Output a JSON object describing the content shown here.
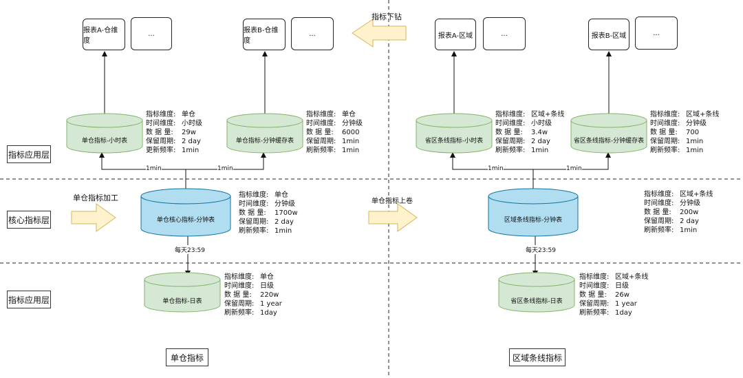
{
  "layers": {
    "app_top": "指标应用层",
    "core": "核心指标层",
    "app_bottom": "指标应用层"
  },
  "reports": {
    "a_warehouse": "报表A-仓维度",
    "b_warehouse": "报表B-仓维度",
    "a_region": "报表A-区域",
    "b_region": "报表B-区域",
    "ellipsis": "..."
  },
  "arrows": {
    "drill_down": "指标下钻",
    "warehouse_process": "单仓指标加工",
    "rollup": "单仓指标上卷"
  },
  "edge_labels": {
    "one_min": "1min",
    "daily": "每天23:59"
  },
  "tables": {
    "w_hour": {
      "name": "单仓指标-小时表",
      "info": [
        [
          "指标维度:",
          "单仓"
        ],
        [
          "时间维度:",
          "小时级"
        ],
        [
          "数 据 量:",
          "29w"
        ],
        [
          "保留周期:",
          "2 day"
        ],
        [
          "更新频率:",
          "1min"
        ]
      ]
    },
    "w_min_cache": {
      "name": "单仓指标-分钟缓存表",
      "info": [
        [
          "指标维度:",
          "单仓"
        ],
        [
          "时间维度:",
          "分钟级"
        ],
        [
          "数 据 量:",
          "6000"
        ],
        [
          "保留周期:",
          "1min"
        ],
        [
          "刷新频率:",
          "1min"
        ]
      ]
    },
    "r_hour": {
      "name": "省区条线指标-小时表",
      "info": [
        [
          "指标维度:",
          "区域+条线"
        ],
        [
          "时间维度:",
          "小时级"
        ],
        [
          "数 据 量:",
          "3.4w"
        ],
        [
          "保留周期:",
          "2 day"
        ],
        [
          "刷新频率:",
          "1min"
        ]
      ]
    },
    "r_min_cache": {
      "name": "省区条线指标-分钟缓存表",
      "info": [
        [
          "指标维度:",
          "区域+条线"
        ],
        [
          "时间维度:",
          "分钟级"
        ],
        [
          "数 据 量:",
          "700"
        ],
        [
          "保留周期:",
          "1min"
        ],
        [
          "刷新频率:",
          "1min"
        ]
      ]
    },
    "w_core": {
      "name": "单仓核心指标-分钟表",
      "info": [
        [
          "指标维度:",
          "单仓"
        ],
        [
          "时间维度:",
          "分钟级"
        ],
        [
          "数 据 量:",
          "1700w"
        ],
        [
          "保留周期:",
          "2 day"
        ],
        [
          "刷新频率:",
          "1min"
        ]
      ]
    },
    "r_core": {
      "name": "区域条线指标-分钟表",
      "info": [
        [
          "指标维度:",
          "区域+条线"
        ],
        [
          "时间维度:",
          "分钟级"
        ],
        [
          "数 据 量:",
          "200w"
        ],
        [
          "保留周期:",
          "2 day"
        ],
        [
          "刷新频率:",
          "1min"
        ]
      ]
    },
    "w_day": {
      "name": "单仓指标-日表",
      "info": [
        [
          "指标维度:",
          "单仓"
        ],
        [
          "时间维度:",
          "日级"
        ],
        [
          "数 据 量:",
          "220w"
        ],
        [
          "保留周期:",
          "1 year"
        ],
        [
          "刷新频率:",
          "1day"
        ]
      ]
    },
    "r_day": {
      "name": "省区条线指标-日表",
      "info": [
        [
          "指标维度:",
          "区域+条线"
        ],
        [
          "时间维度:",
          "日级"
        ],
        [
          "数 据 量:",
          "26w"
        ],
        [
          "保留周期:",
          "1 year"
        ],
        [
          "刷新频率:",
          "1day"
        ]
      ]
    }
  },
  "footers": {
    "left": "单仓指标",
    "right": "区域条线指标"
  },
  "colors": {
    "green_fill": "#d5e8d4",
    "green_stroke": "#82b366",
    "blue_fill": "#b1ddf0",
    "blue_stroke": "#10739e",
    "arrow_fill": "#fff2cc",
    "arrow_stroke": "#d6b656"
  }
}
